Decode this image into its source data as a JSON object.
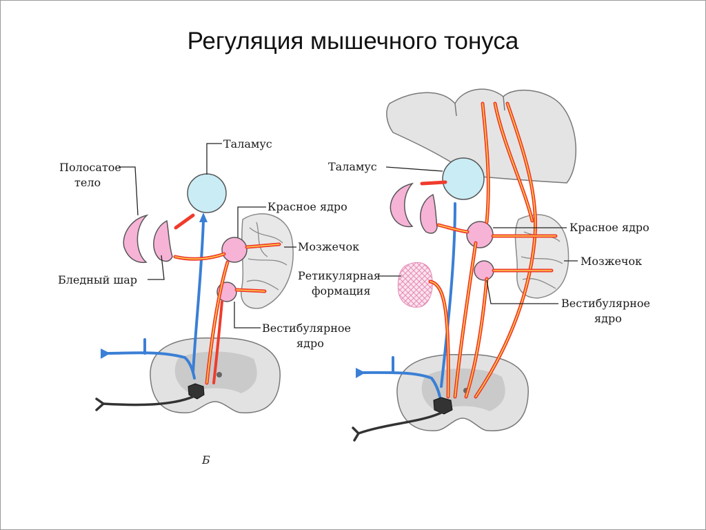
{
  "title": "Регуляция мышечного тонуса",
  "figure_letter": "Б",
  "colors": {
    "descending_path": "#ef3b2c",
    "path_core": "#ffd54a",
    "ascending_path": "#3a7fd5",
    "thalamus": "#c9ecf5",
    "nuclei": "#f6b3d6",
    "gray_tissue": "#dedede"
  },
  "left_diagram": {
    "labels": {
      "striatum_line1": "Полосатое",
      "striatum_line2": "тело",
      "thalamus": "Таламус",
      "red_nucleus": "Красное ядро",
      "cerebellum": "Мозжечок",
      "globus_pallidus": "Бледный шар",
      "vestibular_line1": "Вестибулярное",
      "vestibular_line2": "ядро"
    }
  },
  "right_diagram": {
    "labels": {
      "thalamus": "Таламус",
      "red_nucleus": "Красное ядро",
      "cerebellum": "Мозжечок",
      "reticular_line1": "Ретикулярная",
      "reticular_line2": "формация",
      "vestibular_line1": "Вестибулярное",
      "vestibular_line2": "ядро"
    }
  }
}
